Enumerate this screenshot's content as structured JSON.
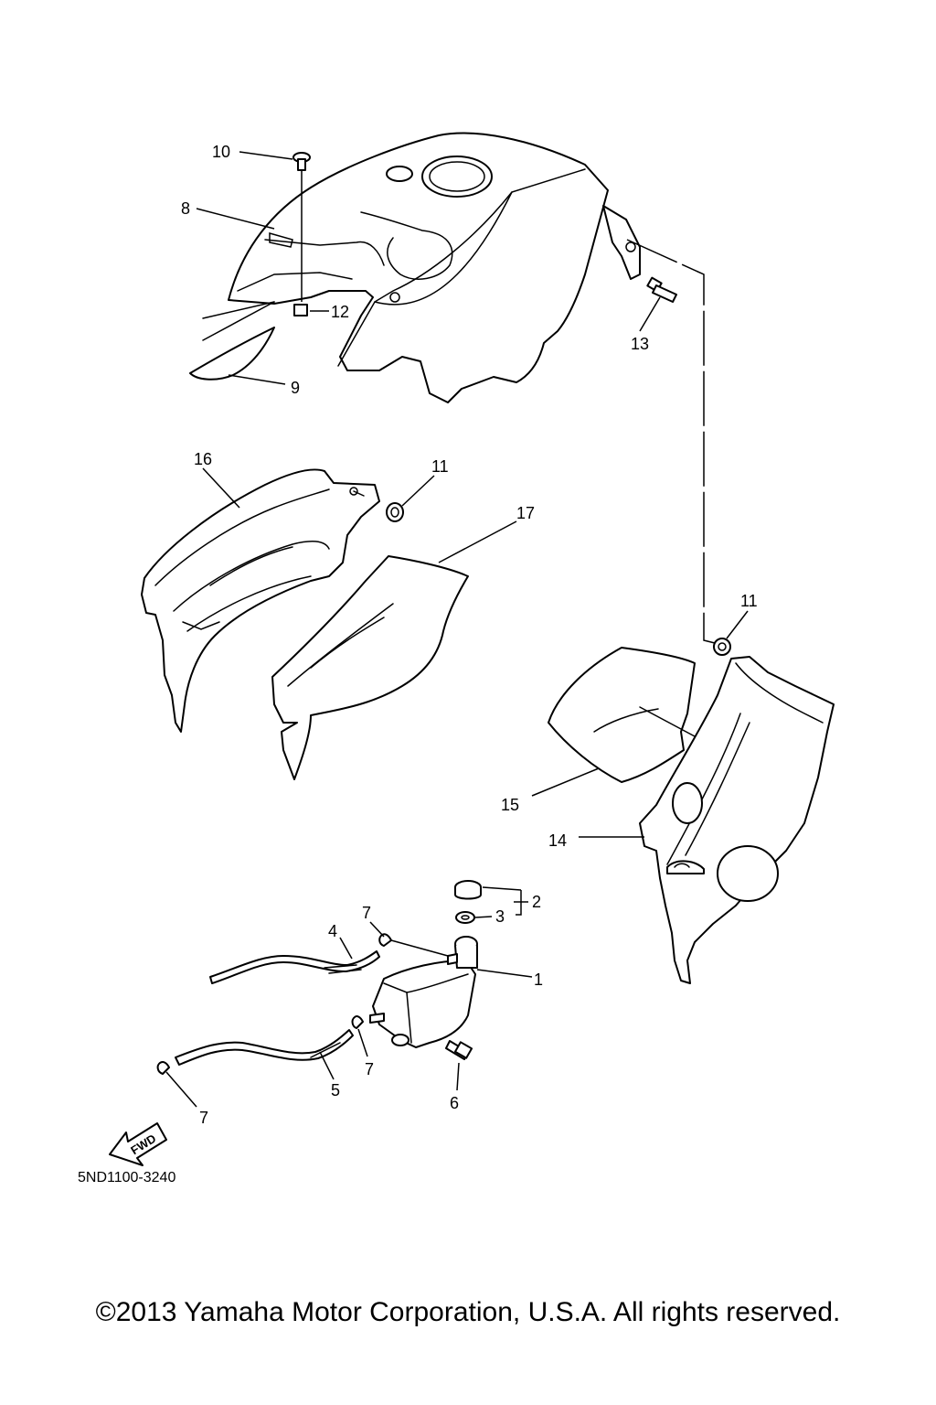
{
  "diagram": {
    "drawing_code": "5ND1100-3240",
    "fwd_label": "FWD",
    "callouts": {
      "c1": "1",
      "c2": "2",
      "c3": "3",
      "c4": "4",
      "c5": "5",
      "c6": "6",
      "c7a": "7",
      "c7b": "7",
      "c7c": "7",
      "c8": "8",
      "c9": "9",
      "c10": "10",
      "c11a": "11",
      "c11b": "11",
      "c12": "12",
      "c13": "13",
      "c14": "14",
      "c15": "15",
      "c16": "16",
      "c17": "17"
    }
  },
  "footer": {
    "copyright": "©2013 Yamaha Motor Corporation, U.S.A. All rights reserved."
  },
  "colors": {
    "line": "#000000",
    "background": "#ffffff"
  }
}
